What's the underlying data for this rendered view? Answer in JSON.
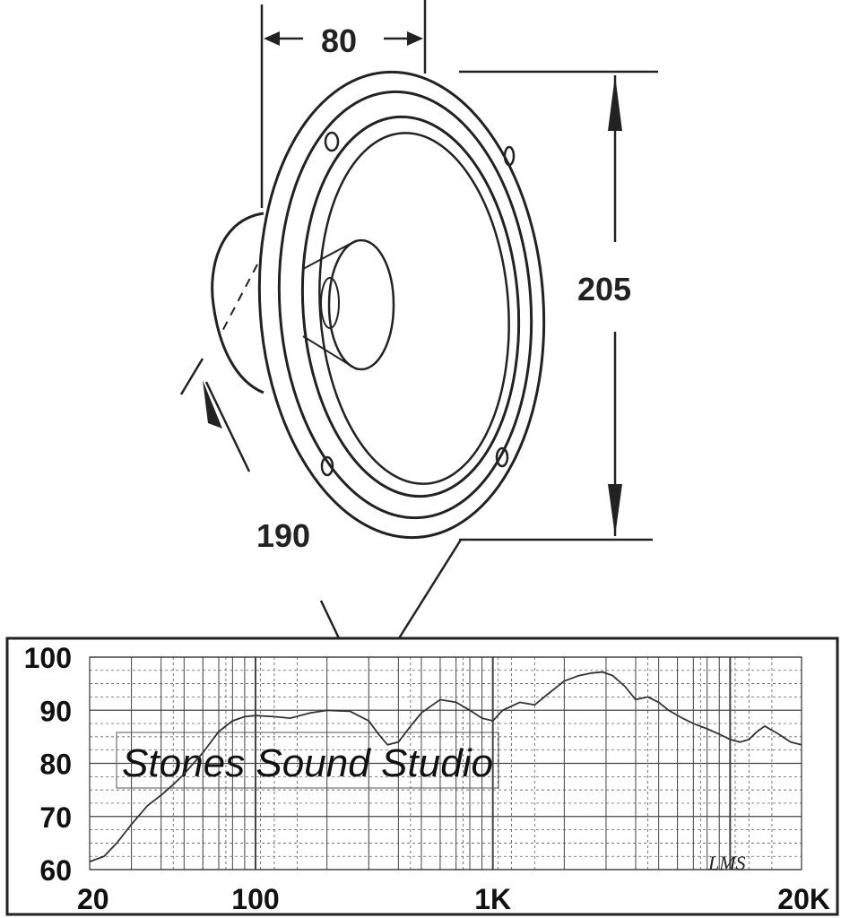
{
  "drawing": {
    "depth_label": "80",
    "height_label": "205",
    "diameter_label": "190"
  },
  "chart_data": {
    "type": "line",
    "title": "",
    "xlabel": "",
    "ylabel": "",
    "x_scale": "log",
    "xlim": [
      20,
      20000
    ],
    "ylim": [
      60,
      100
    ],
    "y_ticks": [
      "100",
      "90",
      "80",
      "70",
      "60"
    ],
    "x_ticks": [
      "20",
      "100",
      "1K",
      "20K"
    ],
    "grid": true,
    "series": [
      {
        "x": [
          20,
          23,
          26,
          30,
          35,
          40,
          45,
          50,
          60,
          70,
          80,
          90,
          100,
          120,
          140,
          170,
          200,
          250,
          300,
          330,
          360,
          400,
          450,
          500,
          600,
          700,
          800,
          900,
          1000,
          1100,
          1300,
          1500,
          1700,
          2000,
          2300,
          2600,
          2900,
          3200,
          3600,
          4000,
          4500,
          5000,
          5500,
          6300,
          7000,
          8000,
          9000,
          10000,
          11000,
          12000,
          13000,
          14000,
          16000,
          18000,
          20000
        ],
        "y": [
          61.5,
          62.5,
          65,
          68.5,
          72,
          74,
          76,
          78,
          82,
          86,
          88,
          88.8,
          89,
          88.8,
          88.5,
          89.5,
          90,
          89.8,
          88,
          85.5,
          83.5,
          84,
          87,
          89.5,
          92,
          91.5,
          90,
          88.5,
          88,
          90,
          91.5,
          91,
          93,
          95.5,
          96.5,
          97,
          97.2,
          96.5,
          94.5,
          92,
          92.5,
          91.5,
          90,
          88.5,
          87.5,
          86.5,
          85.5,
          84.5,
          84,
          84.5,
          86,
          87,
          85.5,
          84,
          83.5
        ]
      }
    ],
    "annotations": [
      "Stones Sound Studio"
    ],
    "logo_text": "LMS"
  }
}
